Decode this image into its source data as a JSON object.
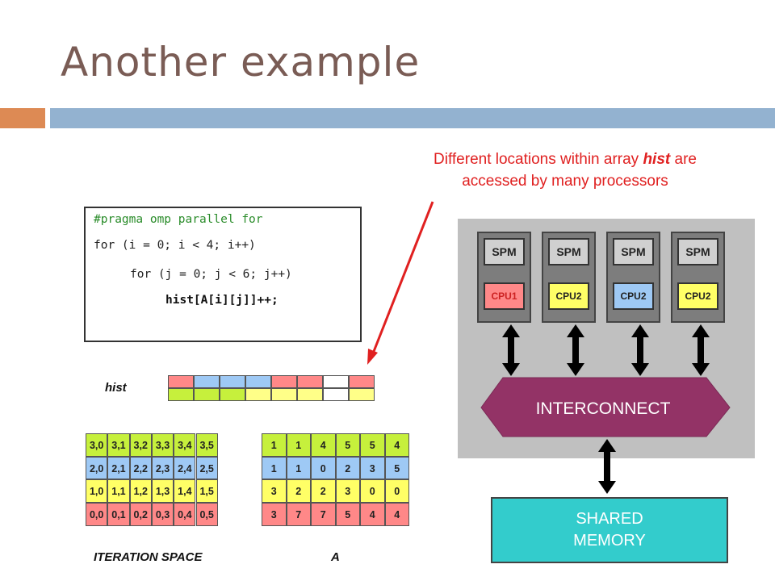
{
  "slide": {
    "title": "Another example",
    "note_line1_pre": "Different locations within array ",
    "note_emph": "hist",
    "note_line1_post": " are",
    "note_line2": "accessed by many processors"
  },
  "code": {
    "line1": "#pragma omp parallel for",
    "line2": "for (i = 0; i < 4; i++)",
    "line3": "for (j = 0; j < 6; j++)",
    "line4": "hist[A[i][j]]++;"
  },
  "hist": {
    "label": "hist",
    "cells": [
      {
        "top": "#ff8888",
        "bottom": "#c6f03c"
      },
      {
        "top": "#9ec9f5",
        "bottom": "#c6f03c"
      },
      {
        "top": "#9ec9f5",
        "bottom": "#c6f03c"
      },
      {
        "top": "#9ec9f5",
        "bottom": "#ffff88"
      },
      {
        "top": "#ff8888",
        "bottom": "#ffff88"
      },
      {
        "top": "#ff8888",
        "bottom": "#ffff88"
      },
      {
        "top": "#ffffff",
        "bottom": "#ffffff"
      },
      {
        "top": "#ff8888",
        "bottom": "#ffff88"
      }
    ]
  },
  "iteration_space": {
    "label": "ITERATION SPACE",
    "rows": [
      {
        "color": "#c6f03c",
        "cells": [
          "3,0",
          "3,1",
          "3,2",
          "3,3",
          "3,4",
          "3,5"
        ]
      },
      {
        "color": "#9ec9f5",
        "cells": [
          "2,0",
          "2,1",
          "2,2",
          "2,3",
          "2,4",
          "2,5"
        ]
      },
      {
        "color": "#ffff66",
        "cells": [
          "1,0",
          "1,1",
          "1,2",
          "1,3",
          "1,4",
          "1,5"
        ]
      },
      {
        "color": "#ff8888",
        "cells": [
          "0,0",
          "0,1",
          "0,2",
          "0,3",
          "0,4",
          "0,5"
        ]
      }
    ]
  },
  "array_a": {
    "label": "A",
    "rows": [
      {
        "color": "#c6f03c",
        "cells": [
          "1",
          "1",
          "4",
          "5",
          "5",
          "4"
        ]
      },
      {
        "color": "#9ec9f5",
        "cells": [
          "1",
          "1",
          "0",
          "2",
          "3",
          "5"
        ]
      },
      {
        "color": "#ffff66",
        "cells": [
          "3",
          "2",
          "2",
          "3",
          "0",
          "0"
        ]
      },
      {
        "color": "#ff8888",
        "cells": [
          "3",
          "7",
          "7",
          "5",
          "4",
          "4"
        ]
      }
    ]
  },
  "processors": [
    {
      "spm": "SPM",
      "cpu": "CPU1",
      "color": "#ff8888"
    },
    {
      "spm": "SPM",
      "cpu": "CPU2",
      "color": "#ffff66"
    },
    {
      "spm": "SPM",
      "cpu": "CPU2",
      "color": "#9ec9f5"
    },
    {
      "spm": "SPM",
      "cpu": "CPU2",
      "color": "#ffff66"
    }
  ],
  "interconnect": {
    "label": "INTERCONNECT",
    "color": "#933366"
  },
  "shared_memory": {
    "line1": "SHARED",
    "line2": "MEMORY"
  }
}
